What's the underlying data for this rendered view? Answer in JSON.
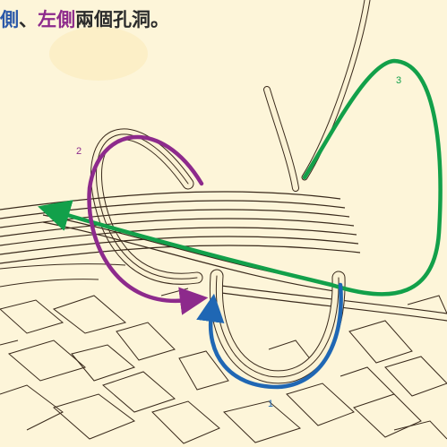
{
  "caption": {
    "part1": "側",
    "part2": "、",
    "part3": "左側",
    "part4": "兩個孔洞。"
  },
  "step_labels": [
    "1",
    "2",
    "3"
  ],
  "colors": {
    "background": "#fdf5d9",
    "strand_outline": "#3a2a1c",
    "strand_fill": "#fbf2d4",
    "step1_blue": "#1f67b4",
    "step2_purple": "#8d2a8c",
    "step3_green": "#12a04a",
    "caption_blue": "#2a58a8",
    "caption_purple": "#8d2a8c",
    "caption_dark": "#2b2b2b"
  }
}
